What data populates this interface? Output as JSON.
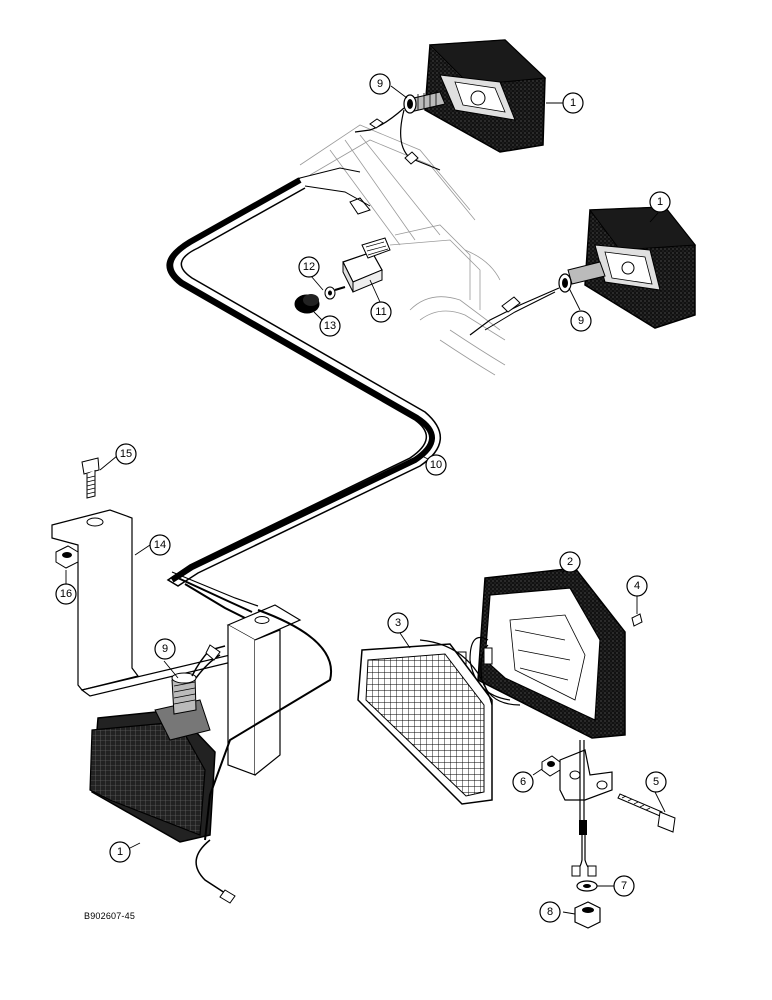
{
  "figure_ref": "B902607-45",
  "callouts": {
    "c1_top": "1",
    "c1_right": "1",
    "c1_bottom": "1",
    "c2": "2",
    "c3": "3",
    "c4": "4",
    "c5": "5",
    "c6": "6",
    "c7": "7",
    "c8": "8",
    "c9_top": "9",
    "c9_right": "9",
    "c9_left": "9",
    "c10": "10",
    "c11": "11",
    "c12": "12",
    "c13": "13",
    "c14": "14",
    "c15": "15",
    "c16": "16"
  }
}
